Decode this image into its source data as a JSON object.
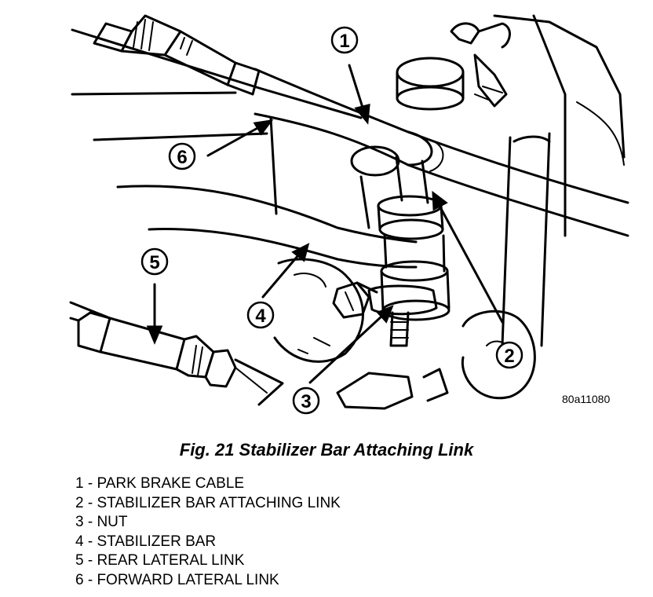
{
  "figure": {
    "callouts": [
      "1",
      "2",
      "3",
      "4",
      "5",
      "6"
    ],
    "figure_id": "80a11080"
  },
  "caption": "Fig. 21 Stabilizer Bar Attaching Link",
  "legend": [
    "1 - PARK BRAKE CABLE",
    "2 - STABILIZER BAR ATTACHING LINK",
    "3 - NUT",
    "4 - STABILIZER BAR",
    "5 - REAR LATERAL LINK",
    "6 - FORWARD LATERAL LINK"
  ]
}
